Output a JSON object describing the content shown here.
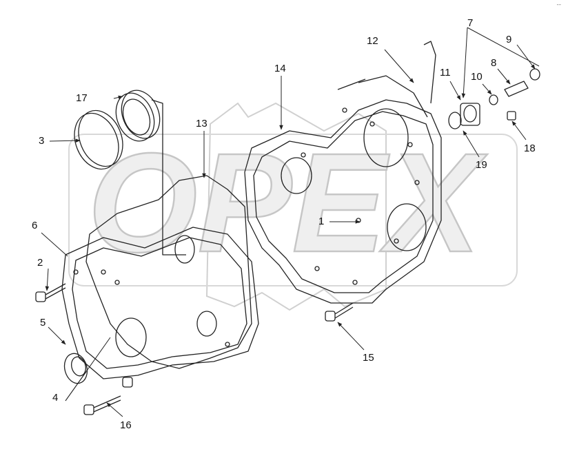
{
  "colors": {
    "line": "#222222",
    "watermark_fill": "#e9e9e9",
    "watermark_stroke": "#bdbdbd",
    "background": "#ffffff"
  },
  "watermark": {
    "text": "OPEX"
  },
  "corner_mark": "--",
  "callouts": {
    "c1": "1",
    "c2": "2",
    "c3": "3",
    "c4": "4",
    "c5": "5",
    "c6": "6",
    "c7": "7",
    "c8": "8",
    "c9": "9",
    "c10": "10",
    "c11": "11",
    "c12": "12",
    "c13": "13",
    "c14": "14",
    "c15": "15",
    "c16": "16",
    "c17": "17",
    "c18": "18",
    "c19": "19"
  }
}
